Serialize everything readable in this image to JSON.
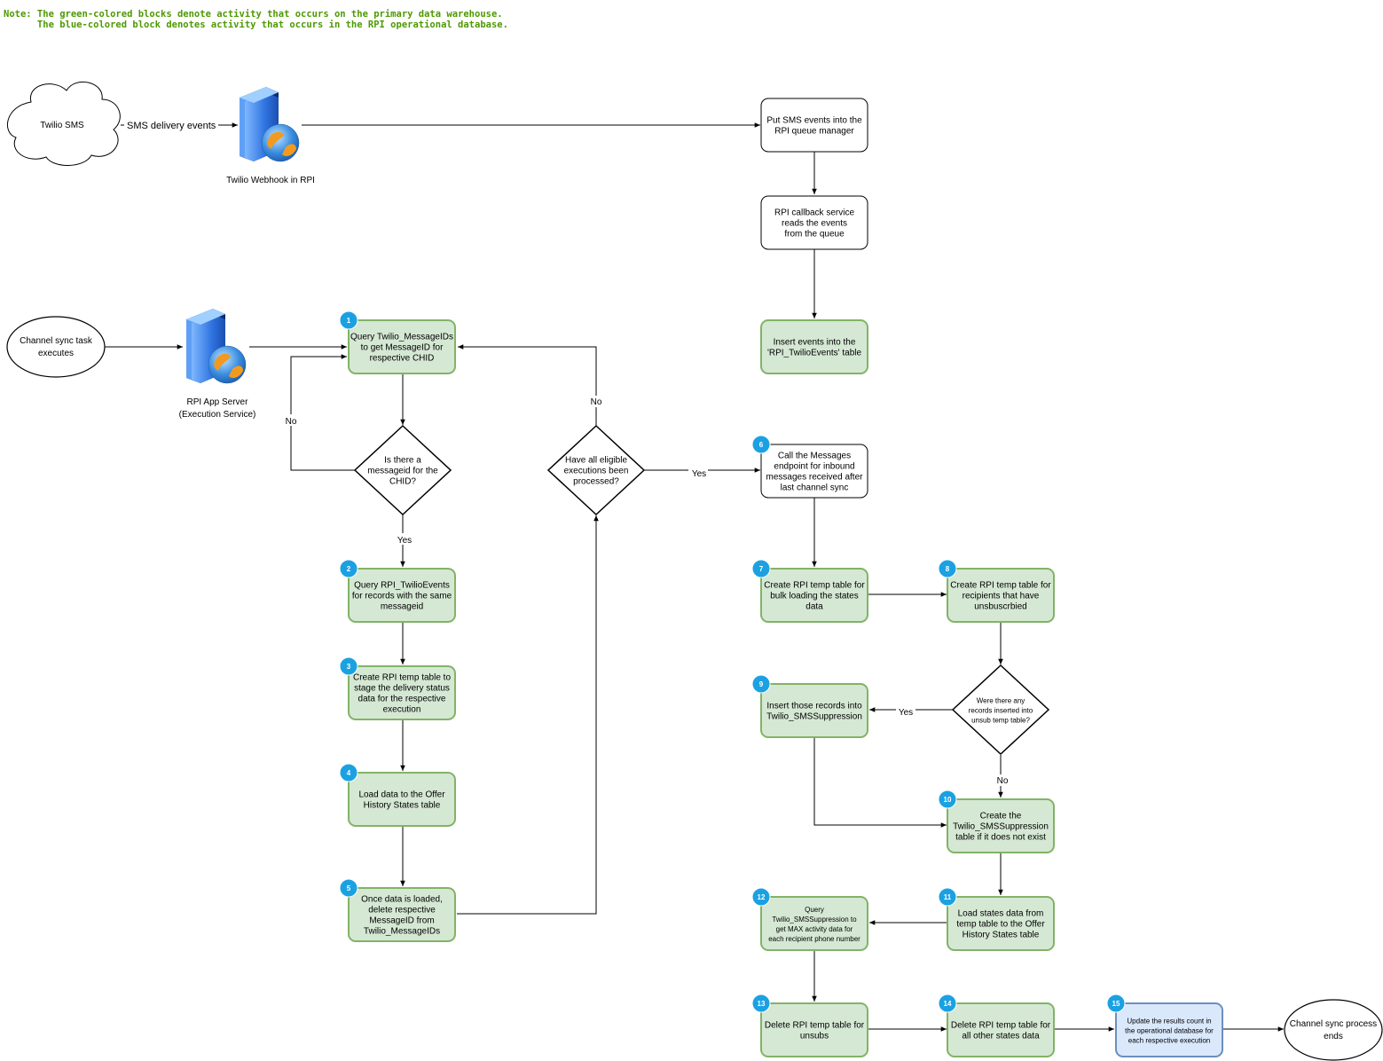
{
  "note": {
    "line1": "Note: The green-colored blocks denote activity that occurs on the primary data warehouse.",
    "line2": "      The blue-colored block denotes activity that occurs in the RPI operational database."
  },
  "colors": {
    "green_fill": "#d5e8d4",
    "green_stroke": "#82b366",
    "blue_fill": "#dae8fc",
    "blue_stroke": "#6c8ebf",
    "badge": "#1ba1e2",
    "note_text": "#4d9900"
  },
  "nodes": {
    "twilio_sms": {
      "lines": [
        "Twilio SMS"
      ],
      "icon": "cloud"
    },
    "twilio_webhook": {
      "lines": [
        "Twilio Webhook in RPI"
      ],
      "icon": "server-globe-icon"
    },
    "put_sms_events": {
      "lines": [
        "Put SMS events into the",
        "RPI queue manager"
      ]
    },
    "callback_service": {
      "lines": [
        "RPI callback service",
        "reads the events",
        "from the queue"
      ]
    },
    "insert_events": {
      "lines": [
        "Insert events into the",
        "'RPI_TwilioEvents' table"
      ]
    },
    "channel_sync_start": {
      "lines": [
        "Channel sync task",
        "executes"
      ]
    },
    "rpi_app_server": {
      "lines": [
        "RPI App Server",
        "(Execution Service)"
      ],
      "icon": "server-globe-icon"
    },
    "step1": {
      "badge": "1",
      "lines": [
        "Query Twilio_MessageIDs",
        "to get MessageID for",
        "respective CHID"
      ]
    },
    "decision_messageid": {
      "lines": [
        "Is there a",
        "messageid for the",
        "CHID?"
      ]
    },
    "step2": {
      "badge": "2",
      "lines": [
        "Query RPI_TwilioEvents",
        "for records with the same",
        "messageid"
      ]
    },
    "step3": {
      "badge": "3",
      "lines": [
        "Create RPI temp table to",
        "stage the delivery status",
        "data for the respective",
        "execution"
      ]
    },
    "step4": {
      "badge": "4",
      "lines": [
        "Load data to the Offer",
        "History States table"
      ]
    },
    "step5": {
      "badge": "5",
      "lines": [
        "Once data is loaded,",
        "delete respective",
        "MessageID from",
        "Twilio_MessageIDs"
      ]
    },
    "decision_all_processed": {
      "lines": [
        "Have all eligible",
        "executions been",
        "processed?"
      ]
    },
    "step6": {
      "badge": "6",
      "lines": [
        "Call the Messages",
        "endpoint for inbound",
        "messages received after",
        "last channel sync"
      ]
    },
    "step7": {
      "badge": "7",
      "lines": [
        "Create RPI temp table for",
        "bulk loading the states",
        "data"
      ]
    },
    "step8": {
      "badge": "8",
      "lines": [
        "Create RPI temp table for",
        "recipients that have",
        "unsbuscrbied"
      ]
    },
    "decision_unsub": {
      "lines": [
        "Were there any",
        "records inserted into",
        "unsub temp table?"
      ]
    },
    "step9": {
      "badge": "9",
      "lines": [
        "Insert those records into",
        "Twilio_SMSSuppression"
      ]
    },
    "step10": {
      "badge": "10",
      "lines": [
        "Create the",
        "Twilio_SMSSuppression",
        "table if it does not exist"
      ]
    },
    "step11": {
      "badge": "11",
      "lines": [
        "Load states data from",
        "temp table to the Offer",
        "History States table"
      ]
    },
    "step12": {
      "badge": "12",
      "lines": [
        "Query",
        "Twilio_SMSSuppression to",
        "get MAX activity data for",
        "each recipient phone number"
      ]
    },
    "step13": {
      "badge": "13",
      "lines": [
        "Delete RPI temp table for",
        "unsubs"
      ]
    },
    "step14": {
      "badge": "14",
      "lines": [
        "Delete RPI temp table for",
        "all other states data"
      ]
    },
    "step15": {
      "badge": "15",
      "lines": [
        "Update the results count in",
        "the operational database for",
        "each respective execution"
      ]
    },
    "channel_sync_end": {
      "lines": [
        "Channel sync process",
        "ends"
      ]
    }
  },
  "edge_labels": {
    "sms_delivery_events": "SMS delivery events",
    "no_messageid": "No",
    "yes_messageid": "Yes",
    "no_all_processed": "No",
    "yes_all_processed": "Yes",
    "yes_unsub": "Yes",
    "no_unsub": "No"
  }
}
